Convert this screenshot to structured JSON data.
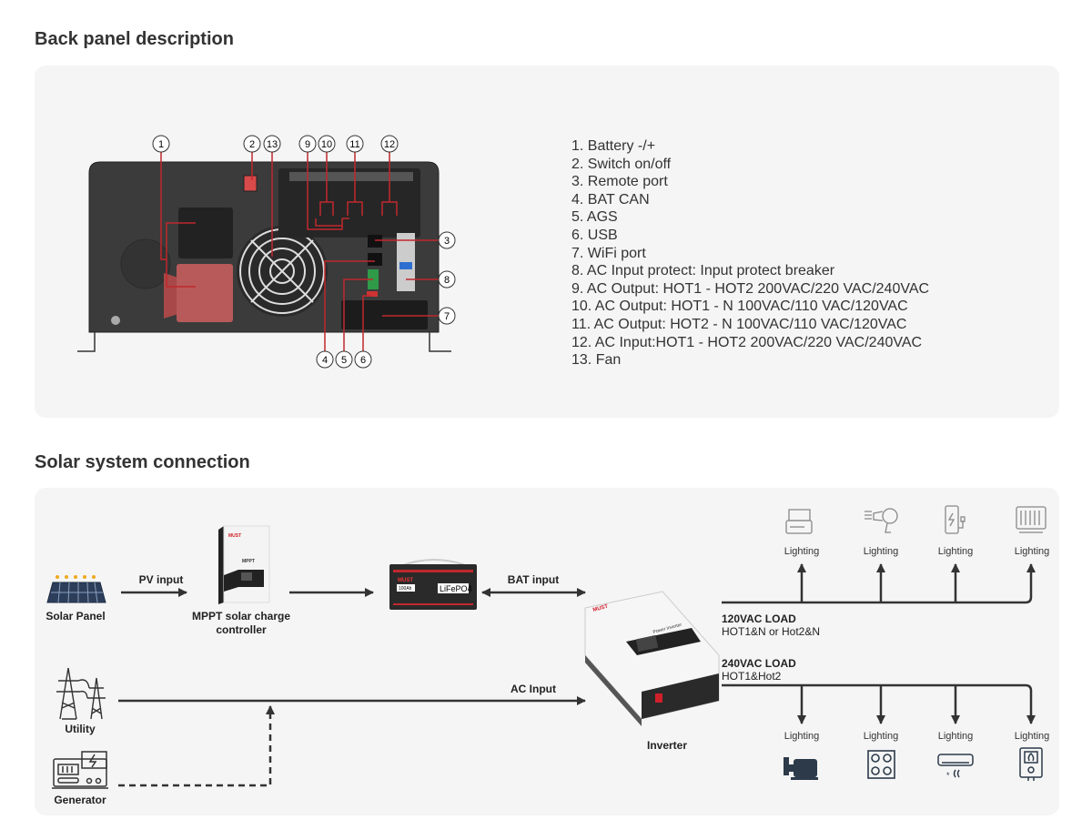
{
  "sections": {
    "back_panel_title": "Back panel description",
    "solar_title": "Solar system connection"
  },
  "callouts": [
    "1",
    "2",
    "13",
    "9",
    "10",
    "11",
    "12",
    "3",
    "8",
    "7",
    "4",
    "5",
    "6"
  ],
  "back_panel_items": [
    "1.   Battery -/+",
    "2.   Switch on/off",
    "3.   Remote port",
    "4.   BAT CAN",
    "5.   AGS",
    "6.   USB",
    "7.   WiFi port",
    "8.   AC Input protect: Input protect breaker",
    "9.   AC Output: HOT1 - HOT2 200VAC/220 VAC/240VAC",
    "10. AC Output: HOT1 - N 100VAC/110 VAC/120VAC",
    "11. AC Output: HOT2 - N 100VAC/110 VAC/120VAC",
    "12. AC Input:HOT1 - HOT2 200VAC/220 VAC/240VAC",
    "13. Fan"
  ],
  "diagram": {
    "solar_panel": "Solar Panel",
    "pv_input": "PV input",
    "mppt_line1": "MPPT solar charge",
    "mppt_line2": "controller",
    "mppt_brand": "MUST",
    "mppt_text": "MPPT",
    "battery_brand": "MUST",
    "battery_capacity": "100Ah",
    "battery_type": "LiFePO4",
    "bat_input": "BAT input",
    "utility": "Utility",
    "generator": "Generator",
    "ac_input": "AC Input",
    "inverter": "Inverter",
    "inverter_brand": "MUST",
    "inverter_text": "Power Inverter",
    "load120_title": "120VAC LOAD",
    "load120_sub": "HOT1&N or Hot2&N",
    "load240_title": "240VAC LOAD",
    "load240_sub": "HOT1&Hot2",
    "loads_120": [
      {
        "label": "Lighting",
        "icon": "toaster-icon"
      },
      {
        "label": "Lighting",
        "icon": "hair-dryer-icon"
      },
      {
        "label": "Lighting",
        "icon": "phone-charger-icon"
      },
      {
        "label": "Lighting",
        "icon": "heater-icon"
      }
    ],
    "loads_240": [
      {
        "label": "Lighting",
        "icon": "water-pump-icon"
      },
      {
        "label": "Lighting",
        "icon": "cooktop-icon"
      },
      {
        "label": "Lighting",
        "icon": "air-conditioner-icon"
      },
      {
        "label": "Lighting",
        "icon": "water-heater-icon"
      }
    ]
  },
  "colors": {
    "callout": "#c0282d",
    "panel_bg": "#f5f5f5",
    "inverter_body": "#3b3b3b",
    "brand_red": "#d0202a"
  }
}
